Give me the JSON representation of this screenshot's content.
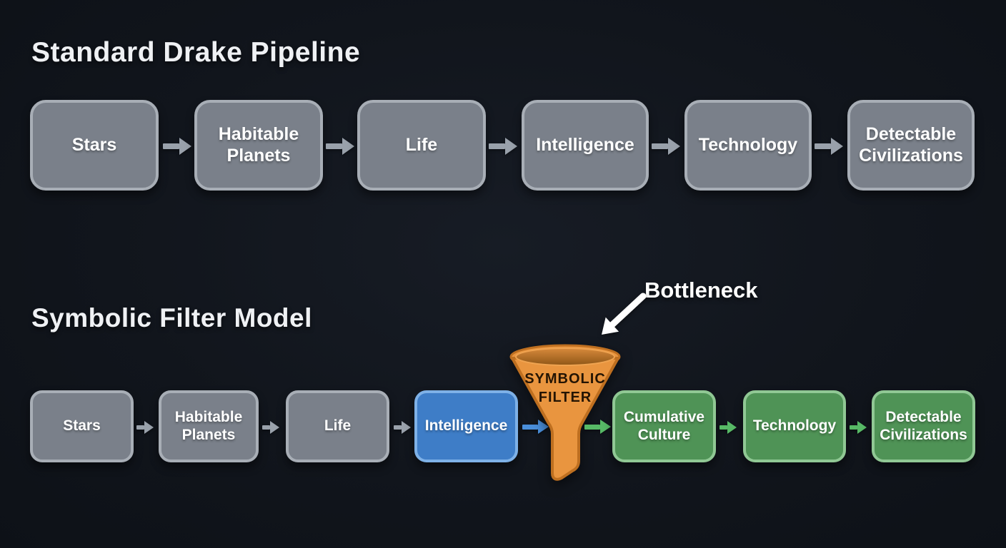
{
  "palette": {
    "bg": "#11151C",
    "title-color": "#EFF1F4",
    "node-text": "#FFFFFF",
    "gray-fill": "#7A808A",
    "gray-border": "#A8AEB6",
    "blue-fill": "#3E7DC7",
    "blue-border": "#7EB1E7",
    "green-fill": "#4F9356",
    "green-border": "#90C894",
    "orange-fill": "#E9953F",
    "orange-border": "#BE6F20",
    "arrow-gray": "#99A1AB",
    "arrow-blue": "#4A8FDB",
    "arrow-green": "#57B966",
    "funnel-text": "#241403",
    "annotation-color": "#FFFFFF"
  },
  "standard_pipeline": {
    "title": "Standard Drake Pipeline",
    "nodes": [
      {
        "label": "Stars"
      },
      {
        "label": "Habitable Planets"
      },
      {
        "label": "Life"
      },
      {
        "label": "Intelligence"
      },
      {
        "label": "Technology"
      },
      {
        "label": "Detectable Civilizations"
      }
    ]
  },
  "symbolic_model": {
    "title": "Symbolic Filter Model",
    "nodes": [
      {
        "label": "Stars",
        "type": "gray"
      },
      {
        "label": "Habitable Planets",
        "type": "gray"
      },
      {
        "label": "Life",
        "type": "gray"
      },
      {
        "label": "Intelligence",
        "type": "blue"
      },
      {
        "label": "Cumulative Culture",
        "type": "green"
      },
      {
        "label": "Technology",
        "type": "green"
      },
      {
        "label": "Detectable Civilizations",
        "type": "green"
      }
    ],
    "funnel": {
      "line1": "SYMBOLIC",
      "line2": "FILTER"
    },
    "annotation": {
      "label": "Bottleneck"
    }
  }
}
